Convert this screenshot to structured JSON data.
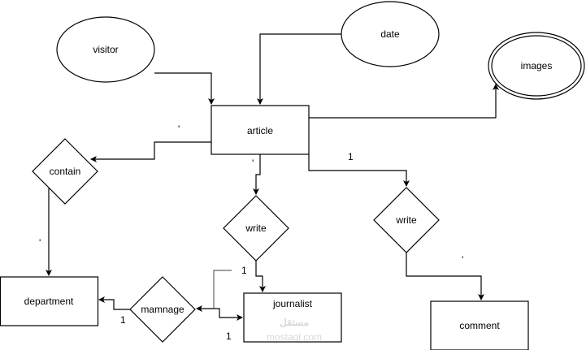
{
  "entities": {
    "article": "article",
    "department": "department",
    "journalist": "journalist",
    "comment": "comment"
  },
  "attributes": {
    "visitor": "visitor",
    "date": "date",
    "images": "images"
  },
  "relationships": {
    "contain": "contain",
    "write_journalist": "write",
    "write_comment": "write",
    "mamnage": "mamnage"
  },
  "cardinalities": {
    "article_contain": "'",
    "article_write": "'",
    "contain_department": "'",
    "write_comment": "'",
    "article_write_comment": "1",
    "journalist_top": "1",
    "mamnage_department": "1",
    "journalist_bottom": "1"
  },
  "watermark": {
    "arabic": "مستقل",
    "latin": "mostaql.com"
  }
}
